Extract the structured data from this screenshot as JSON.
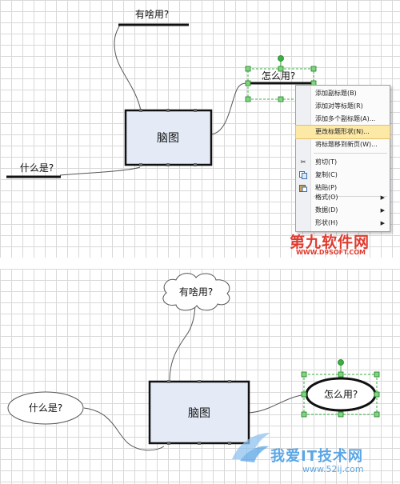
{
  "top_diagram": {
    "main_topic": "脑图",
    "topic_useful": "有啥用?",
    "topic_what": "什么是?",
    "topic_how": "怎么用?"
  },
  "context_menu": {
    "items": [
      {
        "label": "添加副标题(B)"
      },
      {
        "label": "添加对等标题(R)"
      },
      {
        "label": "添加多个副标题(A)..."
      },
      {
        "label": "更改标题形状(N)..."
      },
      {
        "label": "将标题移到新页(W)..."
      },
      {
        "label": "剪切(T)",
        "icon": "scissors-icon"
      },
      {
        "label": "复制(C)",
        "icon": "copy-icon"
      },
      {
        "label": "粘贴(P)",
        "icon": "paste-icon"
      },
      {
        "label": "格式(O)"
      },
      {
        "label": "数据(D)"
      },
      {
        "label": "形状(H)"
      }
    ],
    "highlighted_index": 3
  },
  "bottom_diagram": {
    "main_topic": "脑图",
    "topic_useful": "有啥用?",
    "topic_what": "什么是?",
    "topic_how": "怎么用?"
  },
  "watermarks": {
    "top_brand": "第九软件网",
    "top_url": "WWW.D9SOFT.COM",
    "bottom_brand": "我爱IT技术网",
    "bottom_url": "www.52ij.com"
  },
  "colors": {
    "topic_fill": "#e4ebf7",
    "selection_green": "#3cb043",
    "menu_highlight": "#fde9a6",
    "watermark_red": "#e03a2f",
    "watermark_blue": "#5aa6e6"
  }
}
